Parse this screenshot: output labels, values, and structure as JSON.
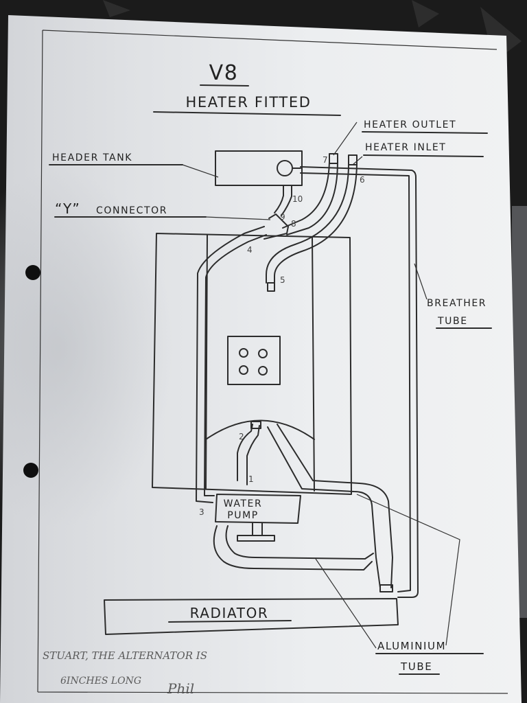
{
  "diagram": {
    "title": "V8",
    "subtitle": "HEATER FITTED",
    "labels": {
      "heater_outlet": "HEATER OUTLET",
      "heater_inlet": "HEATER INLET",
      "header_tank": "HEADER TANK",
      "y_connector_quote": "“Y”",
      "y_connector": "CONNECTOR",
      "breather_line1": "BREATHER",
      "breather_line2": "TUBE",
      "water_line1": "WATER",
      "water_line2": "PUMP",
      "radiator": "RADIATOR",
      "aluminium_line1": "ALUMINIUM",
      "aluminium_line2": "TUBE"
    },
    "hose_numbers": {
      "n1": "1",
      "n2": "2",
      "n3": "3",
      "n4": "4",
      "n5": "5",
      "n6": "6",
      "n7": "7",
      "n8": "8",
      "n9": "9",
      "n10": "10"
    },
    "handwritten_note": {
      "line1": "STUART, THE ALTERNATOR IS",
      "line2": "6INCHES LONG",
      "signature": "Phil"
    },
    "colors": {
      "paper": "#eceef0",
      "ink": "#2c2c2c",
      "background": "#1b1b1b"
    }
  }
}
